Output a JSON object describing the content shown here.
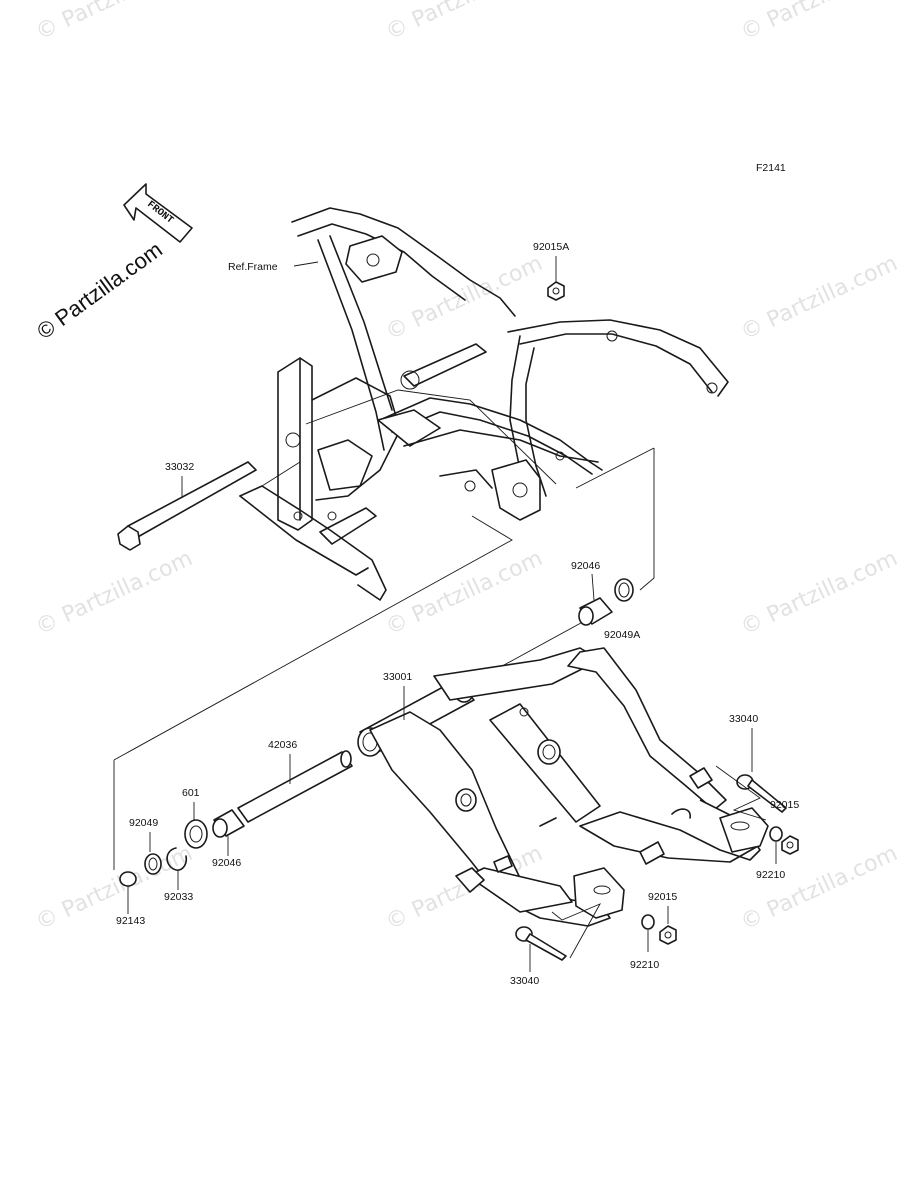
{
  "diagram": {
    "figure_code": "F2141",
    "front_indicator": "FRONT",
    "reference_label": "Ref.Frame",
    "copyright_mark": "© Partzilla.com",
    "watermark_text": "© Partzilla.com",
    "parts": [
      {
        "id": "p-92015A",
        "label": "92015A"
      },
      {
        "id": "p-33032",
        "label": "33032"
      },
      {
        "id": "p-92046-top",
        "label": "92046"
      },
      {
        "id": "p-92049A",
        "label": "92049A"
      },
      {
        "id": "p-33001",
        "label": "33001"
      },
      {
        "id": "p-33040-right",
        "label": "33040"
      },
      {
        "id": "p-42036",
        "label": "42036"
      },
      {
        "id": "p-601",
        "label": "601"
      },
      {
        "id": "p-92049",
        "label": "92049"
      },
      {
        "id": "p-92015-right",
        "label": "92015"
      },
      {
        "id": "p-92046-bottom",
        "label": "92046"
      },
      {
        "id": "p-92210-right",
        "label": "92210"
      },
      {
        "id": "p-92033",
        "label": "92033"
      },
      {
        "id": "p-92143",
        "label": "92143"
      },
      {
        "id": "p-92015-bottom",
        "label": "92015"
      },
      {
        "id": "p-33040-bottom",
        "label": "33040"
      },
      {
        "id": "p-92210-bottom",
        "label": "92210"
      }
    ]
  }
}
